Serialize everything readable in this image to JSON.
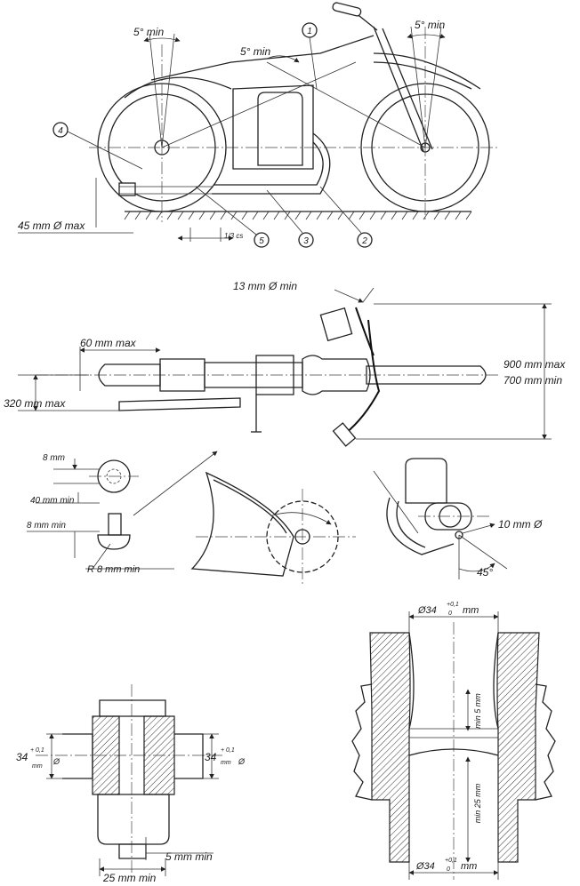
{
  "labels": {
    "angle_rear": "5° min",
    "angle_mid": "5° min",
    "angle_front": "5° min",
    "num_1": "1",
    "num_2": "2",
    "num_3": "3",
    "num_4": "4",
    "num_5": "5",
    "ground_third": "1/3 cs",
    "bar_end_dia": "45 mm Ø max",
    "lever_dia": "13 mm Ø min",
    "footrest_width": "60 mm max",
    "footrest_height": "320 mm max",
    "handlebar_max": "900 mm max",
    "handlebar_min": "700 mm min",
    "peg_8mm": "8 mm",
    "peg_40mm": "40 mm min",
    "peg_8mm_min": "8 mm min",
    "peg_radius": "R 8 mm min",
    "hole_10mm": "10 mm Ø",
    "angle_45": "45°",
    "carb_left_dim": "34",
    "carb_left_tol": "+ 0,1",
    "carb_left_unit": "mm",
    "carb_left_phi": "Ø",
    "carb_right_dim": "34",
    "carb_right_tol": "+ 0,1",
    "carb_right_unit": "mm",
    "carb_right_phi": "Ø",
    "carb_5mm": "5 mm min",
    "carb_25mm": "25 mm min",
    "intake_top": "Ø34",
    "intake_top_tol": "+0,1",
    "intake_top_tol_low": "0",
    "intake_top_unit": "mm",
    "intake_min5": "min 5 mm",
    "intake_min25": "min 25 mm",
    "intake_bottom": "Ø34",
    "intake_bottom_tol": "+0,1",
    "intake_bottom_tol_low": "0",
    "intake_bottom_unit": "mm"
  }
}
